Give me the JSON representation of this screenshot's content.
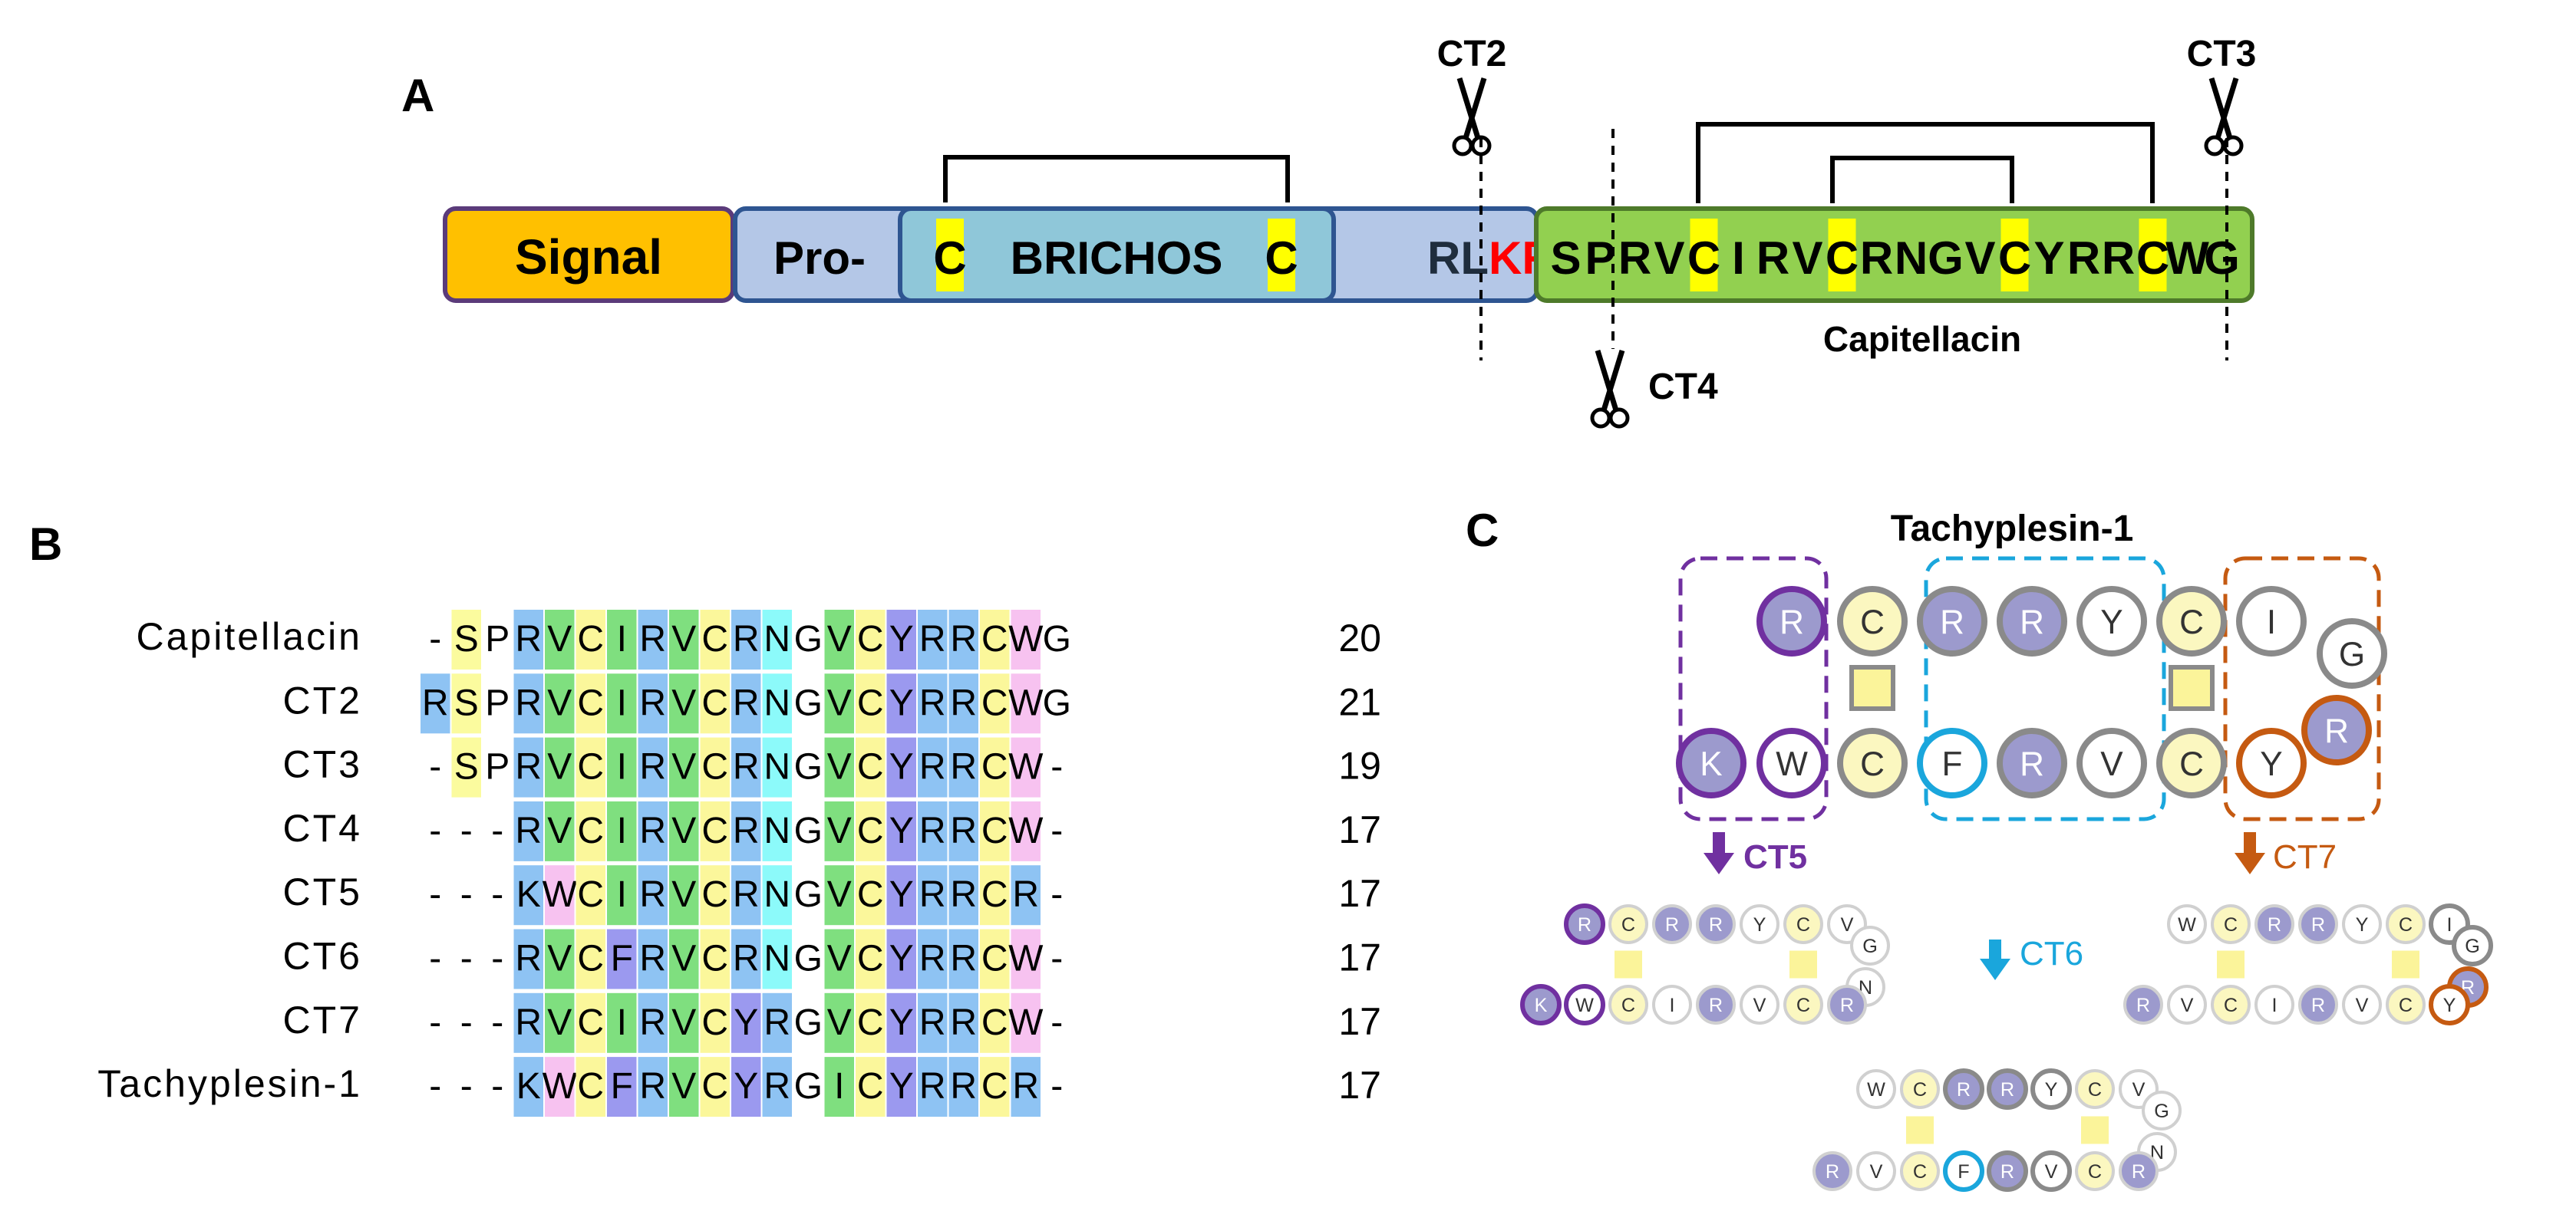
{
  "panel_a": {
    "label": "A",
    "signal": "Signal",
    "pro": "Pro-",
    "brichos": "BRICHOS",
    "cys": "C",
    "rl": "RL",
    "kr": "KR",
    "peptide_letters": [
      "S",
      "P",
      "R",
      "V",
      "C",
      "I",
      "R",
      "V",
      "C",
      "R",
      "N",
      "G",
      "V",
      "C",
      "Y",
      "R",
      "R",
      "C",
      "W",
      "G"
    ],
    "peptide_name": "Capitellacin",
    "ct2": "CT2",
    "ct3": "CT3",
    "ct4": "CT4"
  },
  "panel_b": {
    "label": "B",
    "rows": [
      {
        "name": "Capitellacin",
        "seq": "-SPRVCIRVCRNGVCYRRCWG",
        "len": "20"
      },
      {
        "name": "CT2",
        "seq": "RSPRVCIRVCRNGVCYRRCWG",
        "len": "21"
      },
      {
        "name": "CT3",
        "seq": "-SPRVCIRVCRNGVCYRRCW-",
        "len": "19"
      },
      {
        "name": "CT4",
        "seq": "---RVCIRVCRNGVCYRRCW-",
        "len": "17"
      },
      {
        "name": "CT5",
        "seq": "---KWCIRVCRNGVCYRRCR-",
        "len": "17"
      },
      {
        "name": "CT6",
        "seq": "---RVCFRVCRNGVCYRRCW-",
        "len": "17"
      },
      {
        "name": "CT7",
        "seq": "---RVCIRVCYRGVCYRRCW-",
        "len": "17"
      },
      {
        "name": "Tachyplesin-1",
        "seq": "---KWCFRVCYRGICYRRCR-",
        "len": "17"
      }
    ],
    "residue_colors": {
      "S": "#fbfb9e",
      "R": "#8ec3f3",
      "V": "#7fdf7f",
      "C": "#fbf79b",
      "I": "#7fdf7f",
      "N": "#8cfafa",
      "Y": "#9b99ef",
      "K": "#8ec3f3",
      "W": "#f7c2f0",
      "F": "#9b99ef"
    }
  },
  "panel_c": {
    "label": "C",
    "title": "Tachyplesin-1",
    "main_top": [
      "R",
      "C",
      "R",
      "R",
      "Y",
      "C",
      "I"
    ],
    "main_right": "G",
    "main_right2": "R",
    "main_bottom": [
      "K",
      "W",
      "C",
      "F",
      "R",
      "V",
      "C",
      "Y"
    ],
    "ct5": "CT5",
    "ct6": "CT6",
    "ct7": "CT7",
    "ct5_top": [
      "R",
      "C",
      "R",
      "R",
      "Y",
      "C",
      "V"
    ],
    "ct5_right": [
      "G",
      "N"
    ],
    "ct5_bottom": [
      "K",
      "W",
      "C",
      "I",
      "R",
      "V",
      "C",
      "R"
    ],
    "ct7_top": [
      "W",
      "C",
      "R",
      "R",
      "Y",
      "C",
      "I"
    ],
    "ct7_right": [
      "G",
      "R"
    ],
    "ct7_bottom": [
      "R",
      "V",
      "C",
      "I",
      "R",
      "V",
      "C",
      "Y"
    ],
    "ct6_top": [
      "W",
      "C",
      "R",
      "R",
      "Y",
      "C",
      "V"
    ],
    "ct6_right": [
      "G",
      "N"
    ],
    "ct6_bottom": [
      "R",
      "V",
      "C",
      "F",
      "R",
      "V",
      "C",
      "R"
    ],
    "colors": {
      "purple": "#7030a0",
      "cyan": "#1aa6dc",
      "orange": "#c55a11",
      "gray": "#8a8a8a",
      "fill_purple": "#9c9acd",
      "fill_yellow": "#fbf7c0",
      "fill_white": "#ffffff"
    }
  }
}
